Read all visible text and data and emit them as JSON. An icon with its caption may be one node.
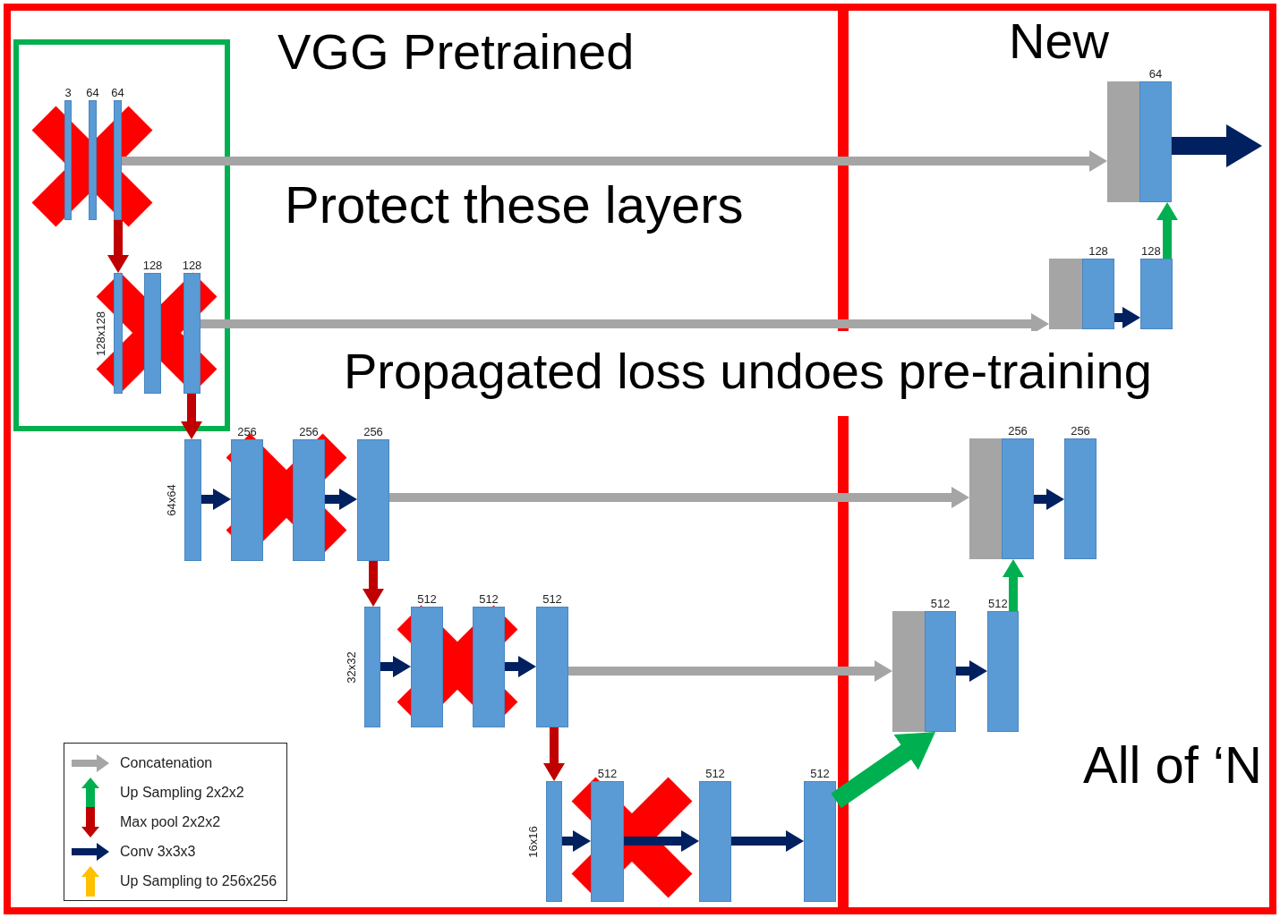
{
  "diagram": {
    "nodes": [
      {
        "text": [
          "VGG Pretrained"
        ]
      },
      {
        "text": [
          "New"
        ]
      },
      {
        "text": [],
        "shape": "box",
        "in": 0
      },
      {
        "text": [],
        "shape": "bar",
        "in": 2,
        "beside": [
          "3"
        ]
      },
      {
        "text": [],
        "shape": "bar",
        "in": 2,
        "beside": [
          "64"
        ]
      },
      {
        "text": [],
        "shape": "bar",
        "in": 2,
        "beside": [
          "64"
        ]
      },
      {
        "text": [],
        "shape": "bar",
        "in": 2,
        "beside": [
          "128x128"
        ]
      },
      {
        "text": [],
        "shape": "bar",
        "in": 2,
        "beside": [
          "128"
        ]
      },
      {
        "text": [],
        "shape": "bar",
        "in": 2,
        "beside": [
          "128"
        ]
      },
      {
        "text": [],
        "shape": "bar",
        "in": 0,
        "beside": [
          "64x64"
        ]
      },
      {
        "text": [],
        "shape": "bar",
        "in": 0,
        "beside": [
          "256"
        ]
      },
      {
        "text": [],
        "shape": "bar",
        "in": 0,
        "beside": [
          "256"
        ]
      },
      {
        "text": [],
        "shape": "bar",
        "in": 0,
        "beside": [
          "256"
        ]
      },
      {
        "text": [],
        "shape": "bar",
        "in": 0,
        "beside": [
          "32x32"
        ]
      },
      {
        "text": [],
        "shape": "bar",
        "in": 0,
        "beside": [
          "512"
        ]
      },
      {
        "text": [],
        "shape": "bar",
        "in": 0,
        "beside": [
          "512"
        ]
      },
      {
        "text": [],
        "shape": "bar",
        "in": 0,
        "beside": [
          "512"
        ]
      },
      {
        "text": [],
        "shape": "bar",
        "in": 0,
        "beside": [
          "16x16"
        ]
      },
      {
        "text": [],
        "shape": "bar",
        "in": 0,
        "beside": [
          "512"
        ]
      },
      {
        "text": [],
        "shape": "bar",
        "in": 0,
        "beside": [
          "512"
        ]
      },
      {
        "text": [],
        "shape": "bar",
        "in": 0,
        "beside": [
          "512"
        ]
      },
      {
        "text": [],
        "shape": "bar",
        "in": 1
      },
      {
        "text": [],
        "shape": "bar",
        "in": 1,
        "beside": [
          "64"
        ]
      },
      {
        "text": [],
        "shape": "bar",
        "in": 1
      },
      {
        "text": [],
        "shape": "bar",
        "in": 1,
        "beside": [
          "128"
        ]
      },
      {
        "text": [],
        "shape": "bar",
        "in": 1,
        "beside": [
          "128"
        ]
      },
      {
        "text": [],
        "shape": "bar",
        "in": 1
      },
      {
        "text": [],
        "shape": "bar",
        "in": 1,
        "beside": [
          "256"
        ]
      },
      {
        "text": [],
        "shape": "bar",
        "in": 1,
        "beside": [
          "256"
        ]
      },
      {
        "text": [],
        "shape": "bar",
        "in": 1
      },
      {
        "text": [],
        "shape": "bar",
        "in": 1,
        "beside": [
          "512"
        ]
      },
      {
        "text": [],
        "shape": "bar",
        "in": 1,
        "beside": [
          "512"
        ]
      }
    ],
    "edges": [
      {
        "from": 5,
        "to": 6,
        "arrow": "to",
        "color": "#c00000"
      },
      {
        "from": 8,
        "to": 9,
        "arrow": "to",
        "color": "#c00000"
      },
      {
        "from": 12,
        "to": 13,
        "arrow": "to",
        "color": "#c00000"
      },
      {
        "from": 16,
        "to": 17,
        "arrow": "to",
        "color": "#c00000"
      },
      {
        "from": 9,
        "to": 10,
        "arrow": "to",
        "color": "#002060"
      },
      {
        "from": 11,
        "to": 12,
        "arrow": "to",
        "color": "#002060"
      },
      {
        "from": 13,
        "to": 14,
        "arrow": "to",
        "color": "#002060"
      },
      {
        "from": 15,
        "to": 16,
        "arrow": "to",
        "color": "#002060"
      },
      {
        "from": 17,
        "to": 18,
        "arrow": "to",
        "color": "#002060"
      },
      {
        "from": 18,
        "to": 19,
        "arrow": "to",
        "color": "#002060"
      },
      {
        "from": 19,
        "to": 20,
        "arrow": "to",
        "color": "#002060"
      },
      {
        "from": 5,
        "to": 21,
        "arrow": "to",
        "color": "#a5a5a5"
      },
      {
        "from": 8,
        "to": 23,
        "arrow": "to",
        "color": "#a5a5a5"
      },
      {
        "from": 12,
        "to": 26,
        "arrow": "to",
        "color": "#a5a5a5"
      },
      {
        "from": 16,
        "to": 29,
        "arrow": "to",
        "color": "#a5a5a5"
      },
      {
        "from": 20,
        "to": 30,
        "arrow": "to",
        "style": "thick",
        "color": "#00b050"
      },
      {
        "from": 31,
        "to": 27,
        "arrow": "to",
        "color": "#00b050"
      },
      {
        "from": 25,
        "to": 22,
        "arrow": "to",
        "color": "#00b050"
      },
      {
        "from": 30,
        "to": 31,
        "arrow": "to",
        "color": "#002060"
      },
      {
        "from": 27,
        "to": 28,
        "arrow": "to",
        "color": "#002060"
      },
      {
        "from": 24,
        "to": 25,
        "arrow": "to",
        "color": "#002060"
      },
      {
        "from": 22,
        "to": null,
        "arrow": "to",
        "style": "thick",
        "color": "#002060"
      }
    ],
    "labels": [
      "Protect these layers",
      "Propagated loss undoes pre-training",
      "All of ‘N"
    ],
    "legend": [
      {
        "text": "Concatenation"
      },
      {
        "text": "Up Sampling 2x2x2"
      },
      {
        "text": "Max pool 2x2x2"
      },
      {
        "text": "Conv 3x3x3"
      },
      {
        "text": "Up Sampling to 256x256"
      }
    ]
  }
}
